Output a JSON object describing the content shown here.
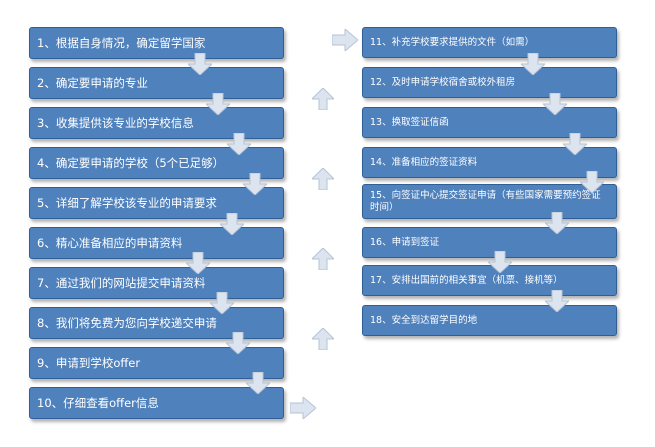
{
  "flow": {
    "left_steps": [
      "1、根据自身情况，确定留学国家",
      "2、确定要申请的专业",
      "3、收集提供该专业的学校信息",
      "4、确定要申请的学校（5个已足够）",
      "5、详细了解学校该专业的申请要求",
      "6、精心准备相应的申请资料",
      "7、通过我们的网站提交申请资料",
      "8、我们将免费为您向学校递交申请",
      "9、申请到学校offer",
      "10、仔细查看offer信息"
    ],
    "right_steps": [
      "11、补充学校要求提供的文件（如需）",
      "12、及时申请学校宿舍或校外租房",
      "13、换取签证信函",
      "14、准备相应的签证资料",
      "15、向签证中心提交签证申请（有些国家需要预约签证时间）",
      "16、申请到签证",
      "17、安排出国前的相关事宜（机票、接机等）",
      "18、安全到达留学目的地"
    ]
  },
  "colors": {
    "box_fill": "#4f81bd",
    "box_border": "#2f5f94",
    "text": "#ffffff",
    "arrow_fill": "#dce4ef",
    "arrow_stroke": "#b6c3d6"
  },
  "icons": {
    "down_arrow": "down-arrow-icon",
    "up_arrow": "up-arrow-icon",
    "right_arrow": "right-arrow-icon"
  }
}
